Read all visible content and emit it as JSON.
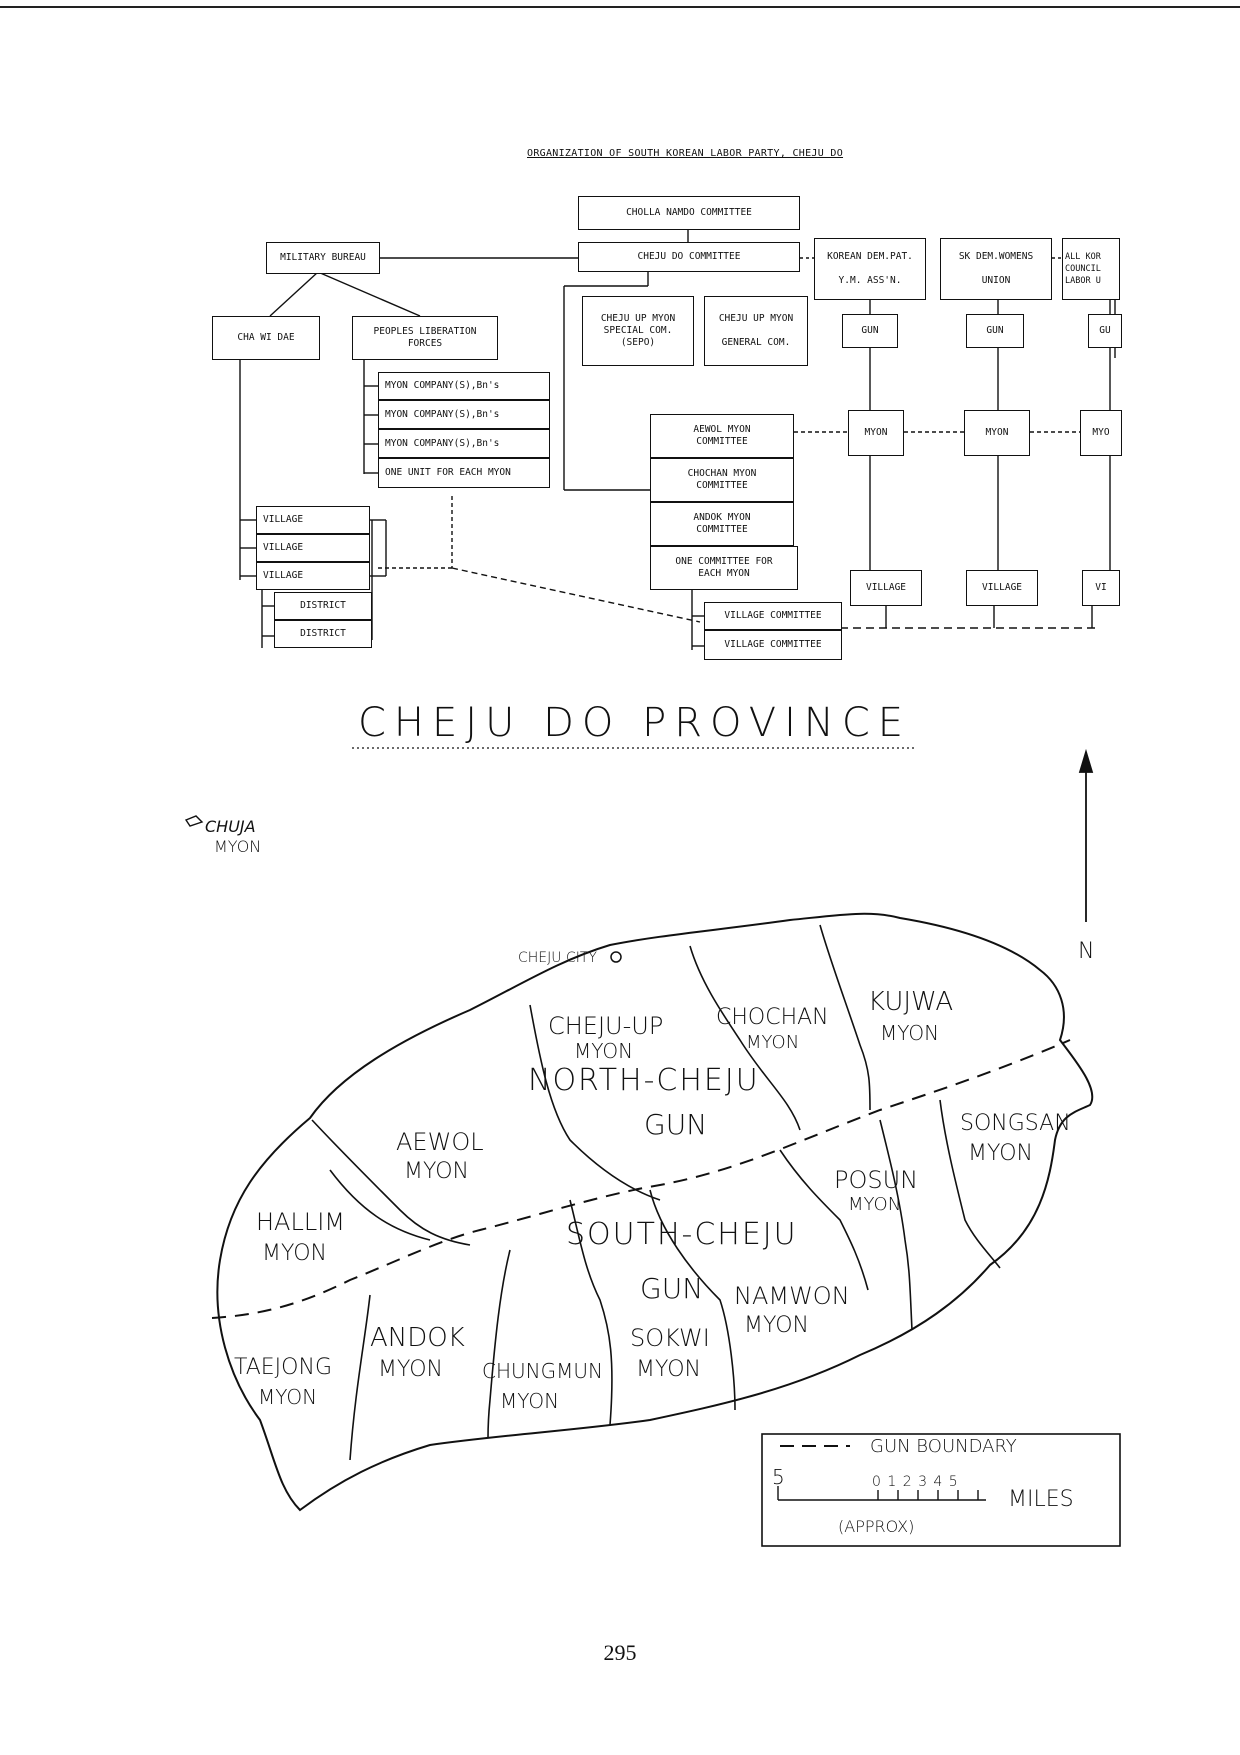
{
  "chart_title": "ORGANIZATION OF SOUTH KOREAN LABOR PARTY, CHEJU DO",
  "org": {
    "cholla": "CHOLLA NAMDO COMMITTEE",
    "cheju": "CHEJU DO COMMITTEE",
    "military": "MILITARY BUREAU",
    "cha_wi_dae": "CHA WI DAE",
    "plf": "PEOPLES LIBERATION\nFORCES",
    "myon_co_1": "MYON COMPANY(S),Bn's",
    "myon_co_2": "MYON COMPANY(S),Bn's",
    "myon_co_3": "MYON COMPANY(S),Bn's",
    "one_unit": "ONE UNIT FOR EACH MYON",
    "special": "CHEJU UP MYON\nSPECIAL COM.\n(SEPO)",
    "general": "CHEJU UP MYON\n\nGENERAL COM.",
    "aewol": "AEWOL MYON\nCOMMITTEE",
    "chochan": "CHOCHAN MYON\nCOMMITTEE",
    "andok": "ANDOK MYON\nCOMMITTEE",
    "one_committee": "ONE COMMITTEE FOR\nEACH MYON",
    "village_com_1": "VILLAGE COMMITTEE",
    "village_com_2": "VILLAGE COMMITTEE",
    "village_1": "VILLAGE",
    "village_2": "VILLAGE",
    "village_3": "VILLAGE",
    "district_1": "DISTRICT",
    "district_2": "DISTRICT",
    "korean_dem": "KOREAN DEM.PAT.\n\nY.M. ASS'N.",
    "sk_dem": "SK DEM.WOMENS\n\nUNION",
    "all_kor": "ALL KOR\nCOUNCIL\nLABOR U",
    "gun_1": "GUN",
    "gun_2": "GUN",
    "gun_3": "GU",
    "myon_1": "MYON",
    "myon_2": "MYON",
    "myon_3": "MYO",
    "village_r1": "VILLAGE",
    "village_r2": "VILLAGE",
    "village_r3": "VI"
  },
  "map": {
    "title": "CHEJU DO PROVINCE",
    "chuja": "CHUJA",
    "chuja_myon": "MYON",
    "cheju_city": "CHEJU CITY",
    "north_arrow": "N",
    "regions": {
      "cheju_up": "CHEJU-UP",
      "cheju_up_myon": "MYON",
      "chochan": "CHOCHAN",
      "chochan_myon": "MYON",
      "kujwa": "KUJWA",
      "kujwa_myon": "MYON",
      "north_cheju": "NORTH-CHEJU",
      "north_gun": "GUN",
      "songsan": "SONGSAN",
      "songsan_myon": "MYON",
      "aewol": "AEWOL",
      "aewol_myon": "MYON",
      "posun": "POSUN",
      "posun_myon": "MYON",
      "hallim": "HALLIM",
      "hallim_myon": "MYON",
      "south_cheju": "SOUTH-CHEJU",
      "south_gun": "GUN",
      "namwon": "NAMWON",
      "namwon_myon": "MYON",
      "andok": "ANDOK",
      "andok_myon": "MYON",
      "sokwi": "SOKWI",
      "sokwi_myon": "MYON",
      "taejong": "TAEJONG",
      "taejong_myon": "MYON",
      "chungmun": "CHUNGMUN",
      "chungmun_myon": "MYON"
    },
    "legend": {
      "gun_boundary": "GUN BOUNDARY",
      "scale_left": "5",
      "scale_ticks": "0 1 2 3 4 5",
      "miles": "MILES",
      "approx": "(APPROX)"
    }
  },
  "page_number": "295"
}
